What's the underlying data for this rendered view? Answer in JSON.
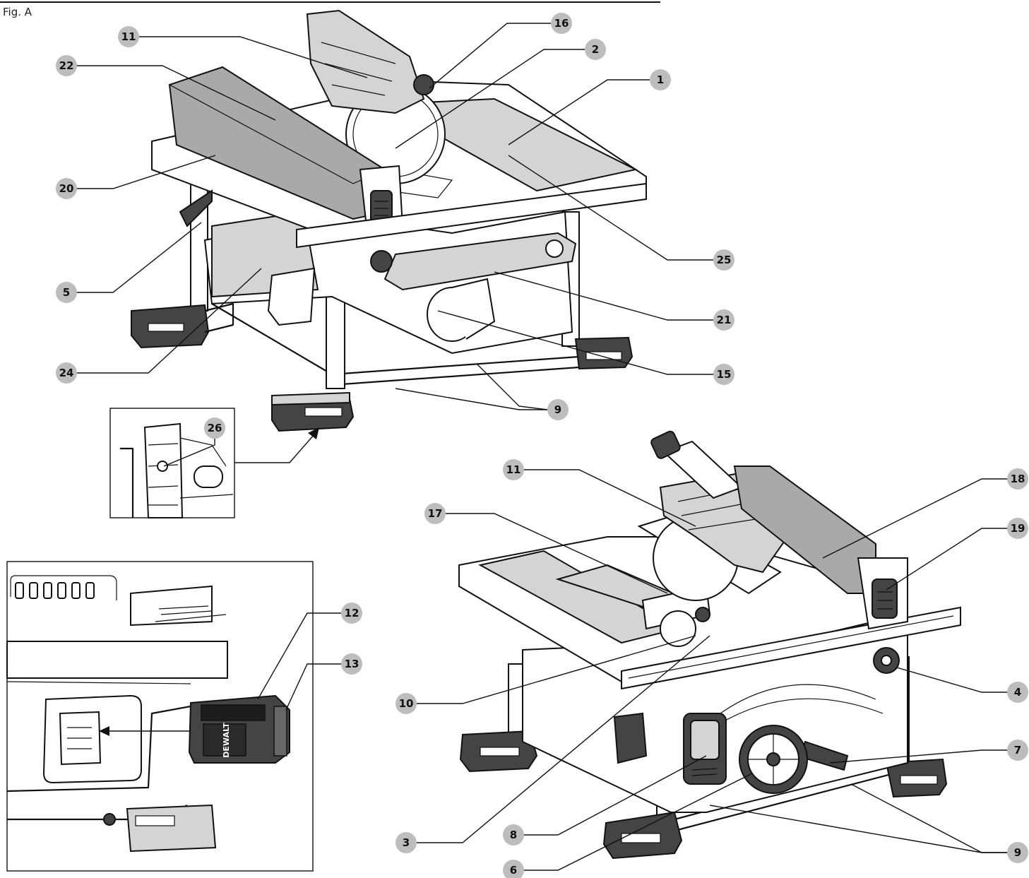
{
  "figure_label": "Fig. A",
  "callouts": [
    {
      "id": "c11a",
      "label": "11"
    },
    {
      "id": "c16",
      "label": "16"
    },
    {
      "id": "c2",
      "label": "2"
    },
    {
      "id": "c22",
      "label": "22"
    },
    {
      "id": "c1",
      "label": "1"
    },
    {
      "id": "c20",
      "label": "20"
    },
    {
      "id": "c5",
      "label": "5"
    },
    {
      "id": "c25",
      "label": "25"
    },
    {
      "id": "c21",
      "label": "21"
    },
    {
      "id": "c24",
      "label": "24"
    },
    {
      "id": "c15",
      "label": "15"
    },
    {
      "id": "c9a",
      "label": "9"
    },
    {
      "id": "c26",
      "label": "26"
    },
    {
      "id": "c11b",
      "label": "11"
    },
    {
      "id": "c18",
      "label": "18"
    },
    {
      "id": "c17",
      "label": "17"
    },
    {
      "id": "c19",
      "label": "19"
    },
    {
      "id": "c12",
      "label": "12"
    },
    {
      "id": "c13",
      "label": "13"
    },
    {
      "id": "c10",
      "label": "10"
    },
    {
      "id": "c4",
      "label": "4"
    },
    {
      "id": "c7",
      "label": "7"
    },
    {
      "id": "c3",
      "label": "3"
    },
    {
      "id": "c8",
      "label": "8"
    },
    {
      "id": "c9b",
      "label": "9"
    },
    {
      "id": "c6",
      "label": "6"
    }
  ],
  "brand_marking": "DEWALT"
}
